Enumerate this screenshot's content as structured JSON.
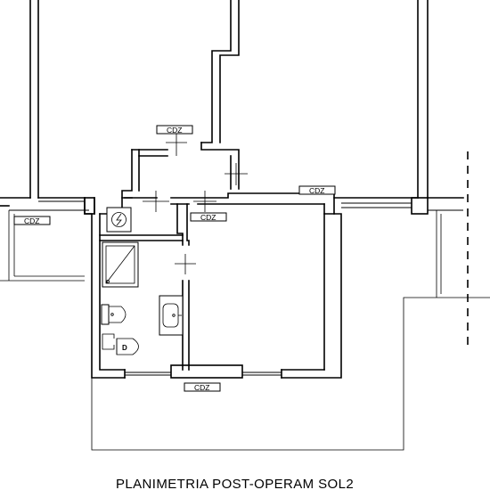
{
  "drawing": {
    "title": "PLANIMETRIA POST-OPERAM SOL2",
    "tags": [
      "CDZ",
      "CDZ",
      "CDZ",
      "CDZ",
      "CDZ"
    ],
    "wc_label": "D"
  }
}
